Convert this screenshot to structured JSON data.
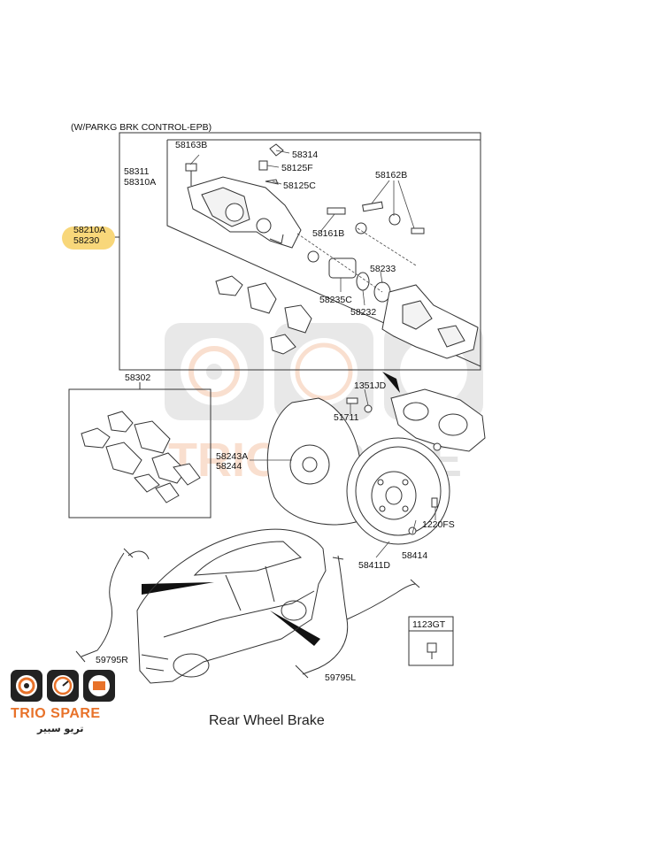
{
  "header": {
    "title": "(W/PARKG BRK CONTROL-EPB)"
  },
  "parts": {
    "p58163B": "58163B",
    "p58314": "58314",
    "p58125F": "58125F",
    "p58125C": "58125C",
    "p58311": "58311",
    "p58310A": "58310A",
    "p58162B": "58162B",
    "p58210A": "58210A",
    "p58230": "58230",
    "p58161B": "58161B",
    "p58233": "58233",
    "p58235C": "58235C",
    "p58232": "58232",
    "p58302": "58302",
    "p1351JD": "1351JD",
    "p51711": "51711",
    "p58243A": "58243A",
    "p58244": "58244",
    "p1220FS": "1220FS",
    "p58414": "58414",
    "p58411D": "58411D",
    "p1123GT": "1123GT",
    "p59795R": "59795R",
    "p59795L": "59795L"
  },
  "caption": "Rear Wheel Brake",
  "watermark": {
    "brand": "TRIO SPARE",
    "brand_ar": "تريو سبير"
  },
  "colors": {
    "highlight": "#f8d77a",
    "brand_orange": "#e8722a",
    "watermark_gray": "#d8d8d8"
  }
}
